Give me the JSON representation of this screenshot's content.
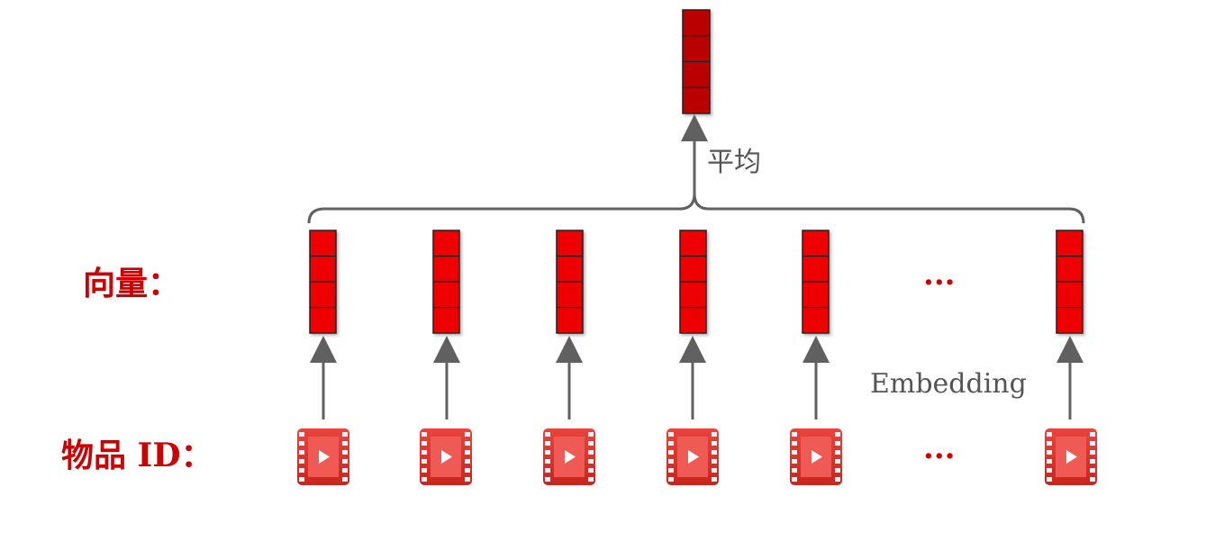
{
  "labels": {
    "vector_row": "向量：",
    "item_id_row": "物品 ID：",
    "average": "平均",
    "embedding": "Embedding",
    "ellipsis_vectors": "···",
    "ellipsis_items": "···"
  },
  "colors": {
    "vector_fill": "#ee0000",
    "output_fill": "#bb0000",
    "label_red": "#cc0000",
    "arrow": "#606060",
    "video_icon": "#d9302c"
  },
  "icons": {
    "item": "video-film-icon"
  }
}
